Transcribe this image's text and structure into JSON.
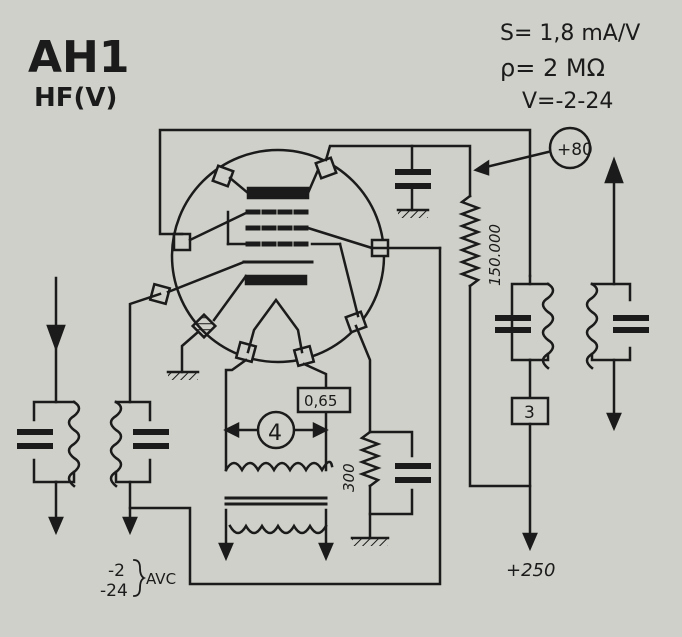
{
  "title": "AH1",
  "subtitle": "HF(V)",
  "specs": {
    "transconductance": "S= 1,8 mA/V",
    "resistance": "ρ= 2 MΩ",
    "bias": "V=-2-24"
  },
  "labels": {
    "screen_voltage": "+80",
    "anode_resistor": "150.000",
    "cathode_resistor": "300",
    "heater_current": "0,65",
    "heater_voltage": "4",
    "anode_coil": "3",
    "supply_voltage": "+250",
    "avc_top": "-2",
    "avc_bottom": "-24",
    "avc_label": "AVC"
  },
  "colors": {
    "ink": "#1b1b1b",
    "paper": "#cfd0c9"
  }
}
